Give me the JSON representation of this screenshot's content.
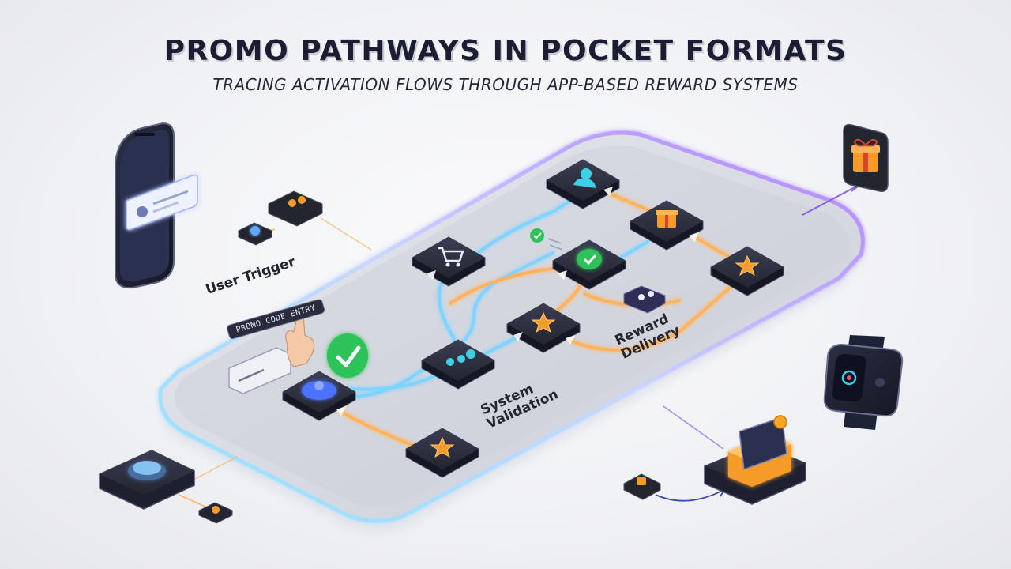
{
  "header": {
    "title": "PROMO PATHWAYS IN POCKET FORMATS",
    "subtitle": "TRACING ACTIVATION FLOWS THROUGH APP-BASED REWARD SYSTEMS"
  },
  "labels": {
    "user_trigger": "User Trigger",
    "promo_code_entry": "PROMO CODE ENTRY",
    "system_line1": "System",
    "system_line2": "Validation",
    "reward_line1": "Reward",
    "reward_line2": "Delivery"
  },
  "nodes": [
    {
      "name": "user-input-node",
      "icon": "user-card-icon",
      "color": "#4b73ff"
    },
    {
      "name": "validation-star-node",
      "icon": "star-icon",
      "color": "#f59b2b"
    },
    {
      "name": "user-profile-node",
      "icon": "users-icon",
      "color": "#3ed1e6"
    },
    {
      "name": "cart-node",
      "icon": "shopping-cart-icon",
      "color": "#e8ecff"
    },
    {
      "name": "reward-star-node",
      "icon": "star-icon",
      "color": "#f59b2b"
    },
    {
      "name": "check-node",
      "icon": "check-icon",
      "color": "#2ec25a"
    },
    {
      "name": "account-node",
      "icon": "user-icon",
      "color": "#3ed1e6"
    },
    {
      "name": "gift-node",
      "icon": "gift-icon",
      "color": "#f59b2b"
    },
    {
      "name": "final-star-node",
      "icon": "star-icon",
      "color": "#f59b2b"
    }
  ],
  "colors": {
    "flow_blue": "#7fd3ff",
    "flow_orange": "#ffb35c",
    "platform_glow": "#b07cff",
    "check_green": "#2ec25a",
    "title": "#1b1d33"
  }
}
